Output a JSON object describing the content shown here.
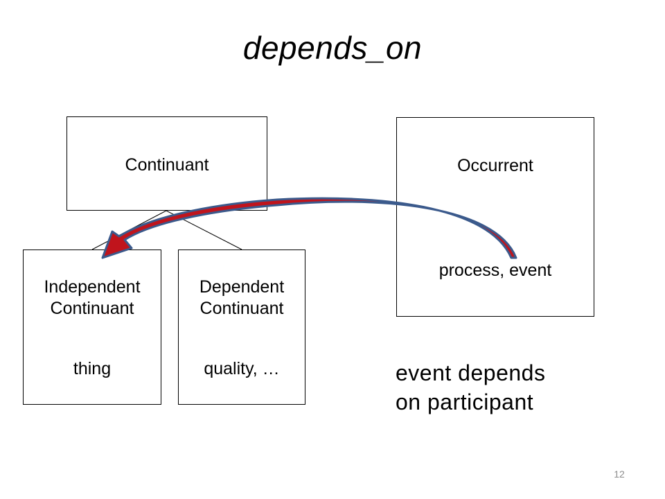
{
  "title": "depends_on",
  "boxes": {
    "continuant": {
      "label": "Continuant"
    },
    "occurrent": {
      "label": "Occurrent",
      "examples": "process, event"
    },
    "independent": {
      "label_line1": "Independent",
      "label_line2": "Continuant",
      "examples": "thing"
    },
    "dependent": {
      "label_line1": "Dependent",
      "label_line2": "Continuant",
      "examples": "quality, …"
    }
  },
  "note": {
    "line1": "event depends",
    "line2": "on participant"
  },
  "page_number": "12",
  "colors": {
    "arrow_fill": "#c0141c",
    "arrow_outline": "#3b5a8c",
    "box_border": "#000000"
  }
}
